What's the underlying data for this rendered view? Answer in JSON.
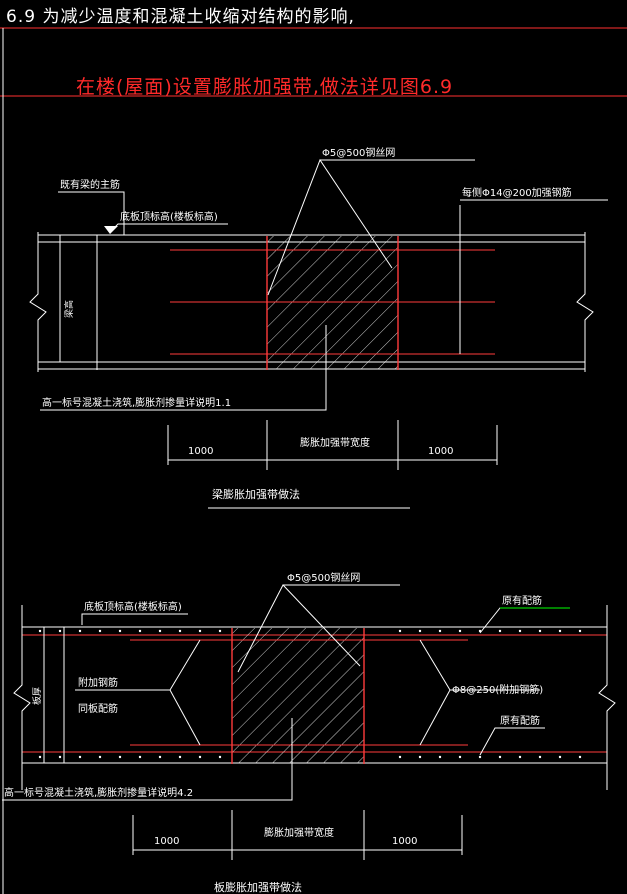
{
  "header": {
    "title": "6.9  为减少温度和混凝土收缩对结构的影响,",
    "note": "在楼(屋面)设置膨胀加强带,做法详见图6.9"
  },
  "beam": {
    "mesh": "Φ5@500钢丝网",
    "main_bar": "既有梁的主筋",
    "slab_top": "底板顶标高(楼板标高)",
    "side_bar": "每侧Φ14@200加强钢筋",
    "height_label": "梁高",
    "concrete_note": "高一标号混凝土浇筑,膨胀剂掺量详说明1.1",
    "dim_left": "1000",
    "dim_mid": "膨胀加强带宽度",
    "dim_right": "1000",
    "caption": "梁膨胀加强带做法"
  },
  "slab": {
    "mesh": "Φ5@500钢丝网",
    "slab_top": "底板顶标高(楼板标高)",
    "orig_bar_top": "原有配筋",
    "extra_bar": "附加钢筋",
    "same_bar": "同板配筋",
    "spacing": "Φ8@250(附加钢筋)",
    "orig_bar_bottom": "原有配筋",
    "thickness_label": "板厚",
    "concrete_note": "高一标号混凝土浇筑,膨胀剂掺量详说明4.2",
    "dim_left": "1000",
    "dim_mid": "膨胀加强带宽度",
    "dim_right": "1000",
    "caption": "板膨胀加强带做法"
  },
  "colors": {
    "background": "#000000",
    "line": "#ffffff",
    "rebar": "#ff3b3b",
    "leader": "#ffffff",
    "accent": "#00ff00"
  }
}
